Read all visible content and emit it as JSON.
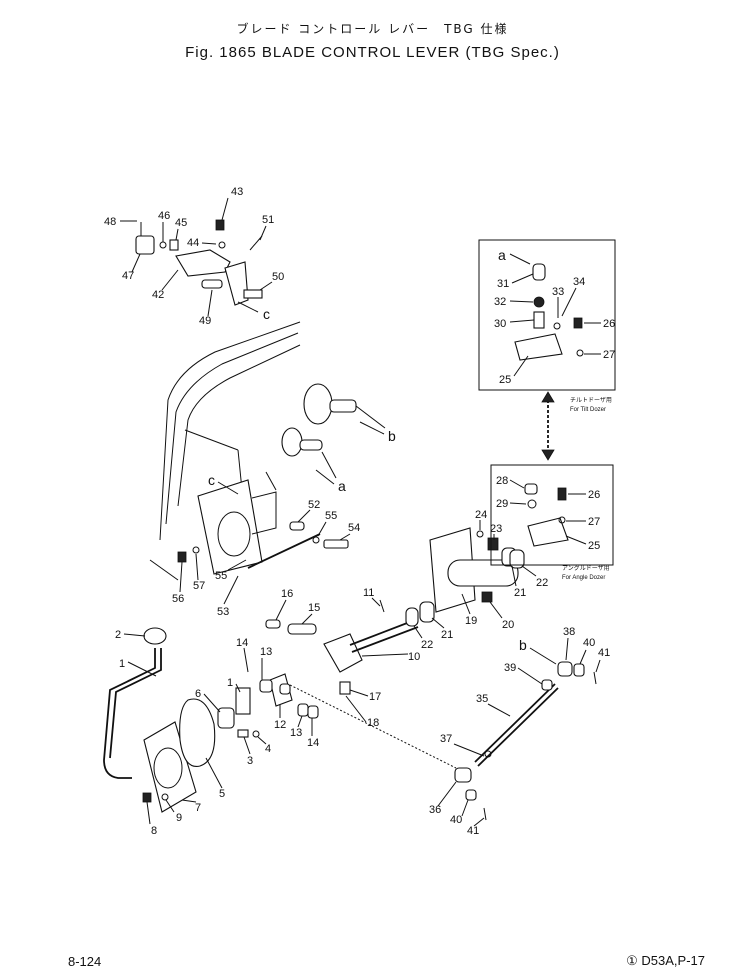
{
  "header": {
    "title_jp": "ブレード コントロール レバー　TBG 仕様",
    "title_en": "Fig. 1865  BLADE CONTROL LEVER (TBG Spec.)"
  },
  "footer": {
    "page_no": "8-124",
    "ref_code": "① D53A,P-17"
  },
  "insets": {
    "tilt": {
      "label_jp": "チルトドーザ用",
      "label_en": "For Tilt Dozer"
    },
    "angle": {
      "label_jp": "アングルドーザ用",
      "label_en": "For Angle Dozer"
    }
  },
  "refs": {
    "a": "a",
    "b": "b",
    "c": "c"
  },
  "callouts": [
    "1",
    "1",
    "2",
    "3",
    "4",
    "5",
    "6",
    "7",
    "8",
    "9",
    "10",
    "11",
    "12",
    "13",
    "13",
    "14",
    "14",
    "15",
    "16",
    "17",
    "18",
    "19",
    "20",
    "21",
    "21",
    "22",
    "22",
    "23",
    "24",
    "25",
    "25",
    "26",
    "26",
    "27",
    "27",
    "28",
    "29",
    "30",
    "31",
    "32",
    "33",
    "34",
    "35",
    "36",
    "37",
    "38",
    "39",
    "40",
    "40",
    "41",
    "41",
    "42",
    "43",
    "44",
    "45",
    "46",
    "47",
    "48",
    "49",
    "50",
    "51",
    "52",
    "53",
    "54",
    "55",
    "55",
    "56",
    "57"
  ]
}
